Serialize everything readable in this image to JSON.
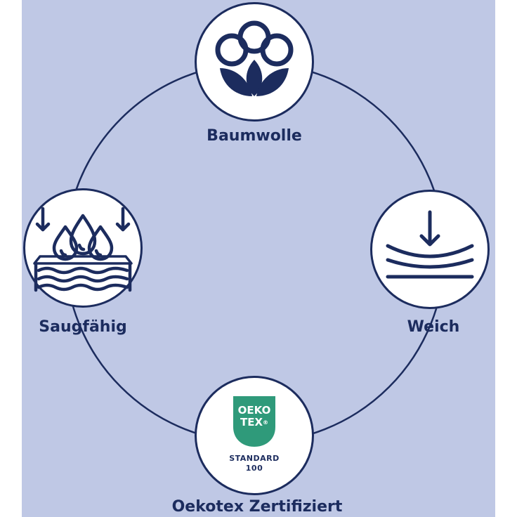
{
  "colors": {
    "background": "#bfc8e5",
    "navy": "#1c2c5e",
    "oeko_green": "#2f9a7a",
    "badge_fill": "#ffffff"
  },
  "features": [
    {
      "label": "Baumwolle",
      "icon": "cotton-flower-icon"
    },
    {
      "label": "Weich",
      "icon": "soft-layers-icon"
    },
    {
      "label": "Oekotex Zertifiziert",
      "icon": "oeko-tex-logo"
    },
    {
      "label": "Saugfähig",
      "icon": "absorbent-drops-icon"
    }
  ],
  "oekotex": {
    "logo_line1": "OEKO",
    "logo_line2": "TEX",
    "registered": "®",
    "standard": "STANDARD",
    "number": "100"
  }
}
